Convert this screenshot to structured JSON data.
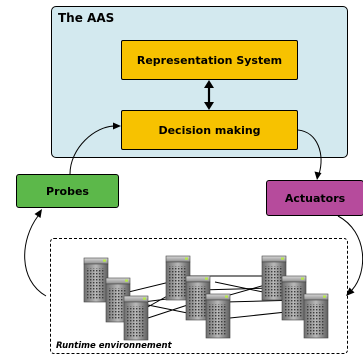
{
  "aas": {
    "title": "The AAS"
  },
  "blocks": {
    "representation": "Representation System",
    "decision": "Decision making",
    "probes": "Probes",
    "actuators": "Actuators"
  },
  "runtime": {
    "label": "Runtime environnement"
  },
  "colors": {
    "aas_bg": "#d3e9ef",
    "block_yellow": "#f7c200",
    "probes_green": "#5cb84a",
    "actuators_purple": "#b64b9c"
  }
}
